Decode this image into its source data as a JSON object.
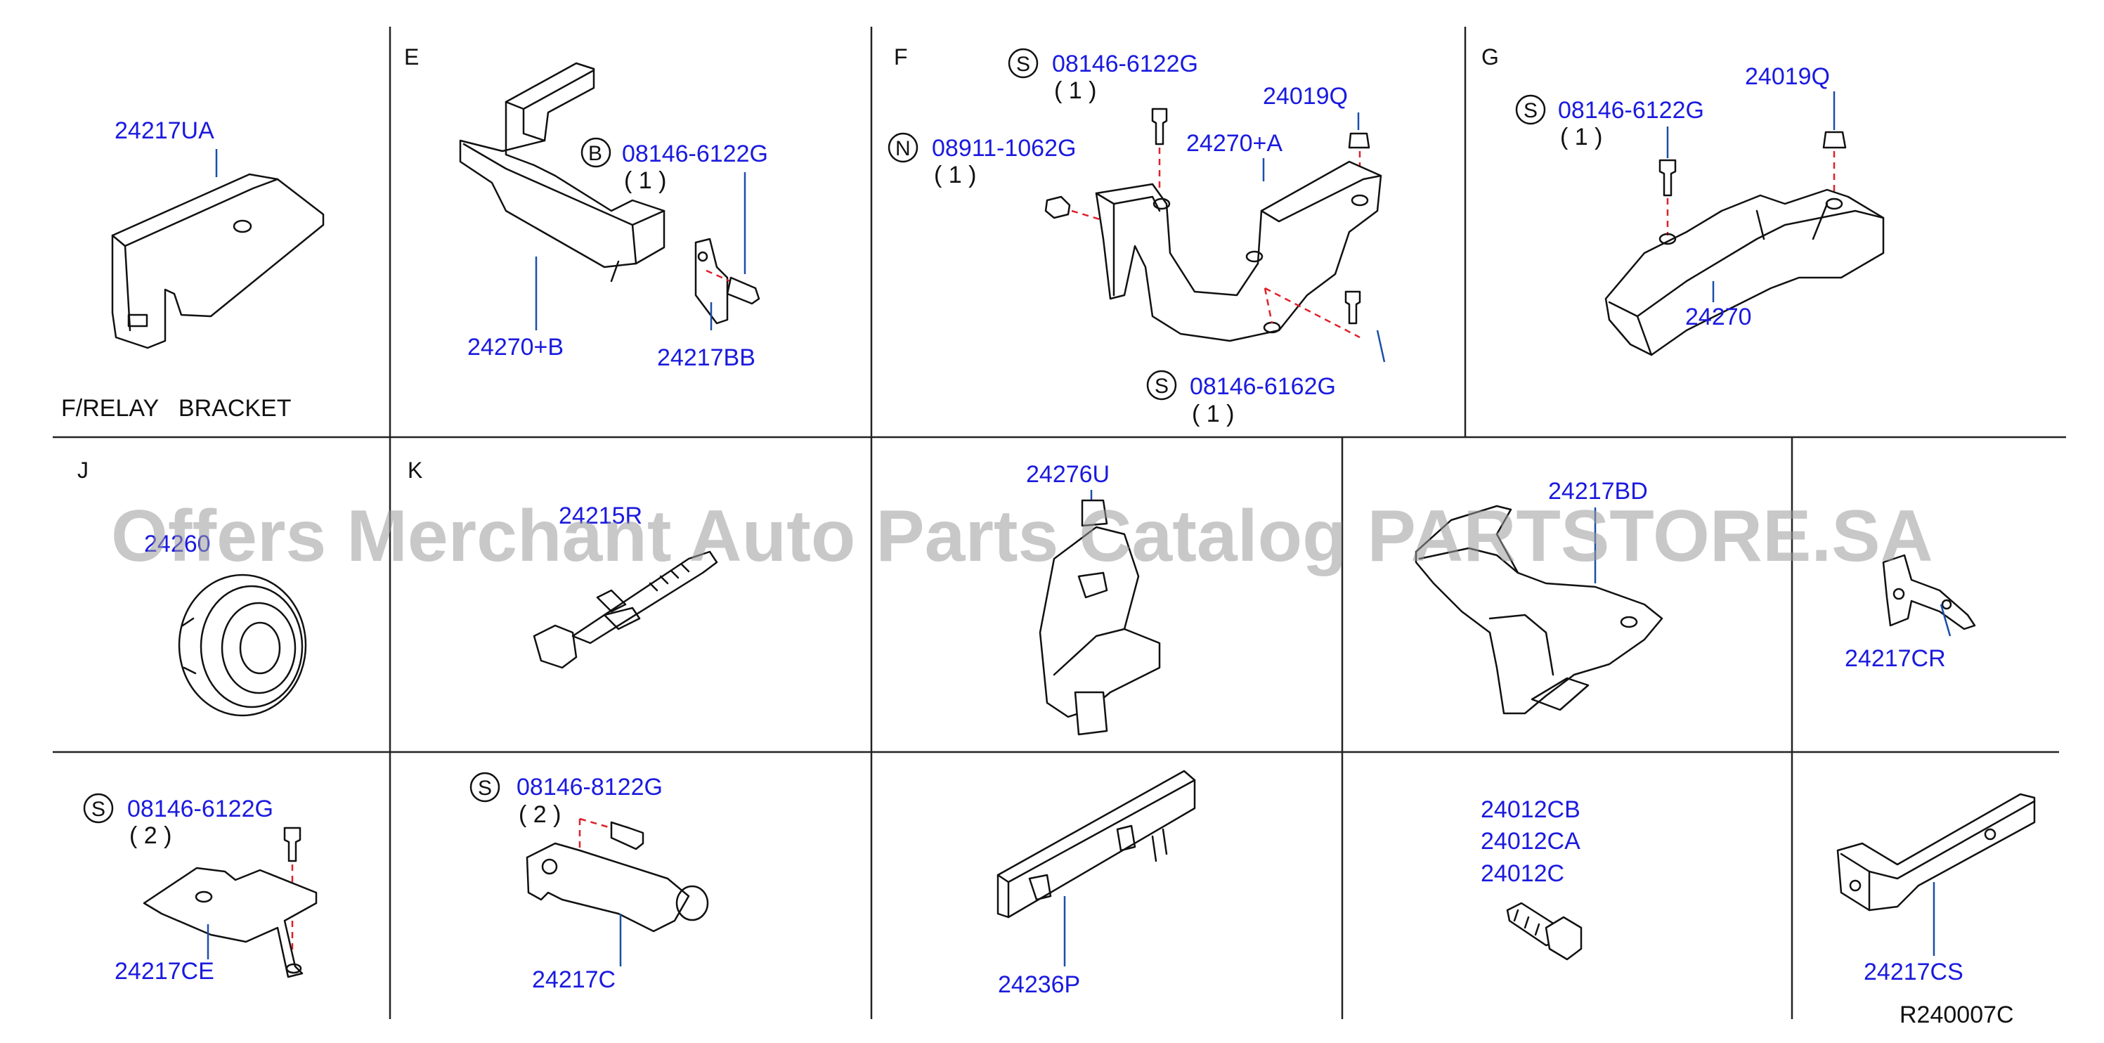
{
  "sections": {
    "fr": "F/RELAY   BRACKET",
    "e": "E",
    "f": "F",
    "g": "G",
    "j": "J",
    "k": "K"
  },
  "symbols": {
    "s": "S",
    "b": "B",
    "n": "N"
  },
  "parts": {
    "p24217UA": "24217UA",
    "p24270B": "24270+B",
    "p24217BB": "24217BB",
    "p24270A": "24270+A",
    "p24019Q_f": "24019Q",
    "p24019Q_g": "24019Q",
    "p24270": "24270",
    "p24276U": "24276U",
    "p24217BD": "24217BD",
    "p24217CR": "24217CR",
    "p24217CE": "24217CE",
    "p24217C": "24217C",
    "p24236P": "24236P",
    "p24012CB": "24012CB",
    "p24012CA": "24012CA",
    "p24012C": "24012C",
    "p24217CS": "24217CS",
    "p24215R": "24215R",
    "p24260": "24260"
  },
  "bolts": {
    "e_bolt": "08146-6122G",
    "e_qty": "( 1 )",
    "f_top": "08146-6122G",
    "f_top_qty": "( 1 )",
    "f_nut": "08911-1062G",
    "f_nut_qty": "( 1 )",
    "f_bottom": "08146-6162G",
    "f_bottom_qty": "( 1 )",
    "g_bolt": "08146-6122G",
    "g_qty": "( 1 )",
    "ce_bolt": "08146-6122G",
    "ce_qty": "( 2 )",
    "c_bolt": "08146-8122G",
    "c_qty": "( 2 )"
  },
  "diagram_id": "R240007C",
  "watermark": "Offers Merchant Auto Parts Catalog PARTSTORE.SA",
  "colors": {
    "label": "#1a1adf",
    "leader": "#1a4fa8",
    "dash": "#e0202a",
    "line": "#111111",
    "watermark": "#9a9a9a"
  }
}
